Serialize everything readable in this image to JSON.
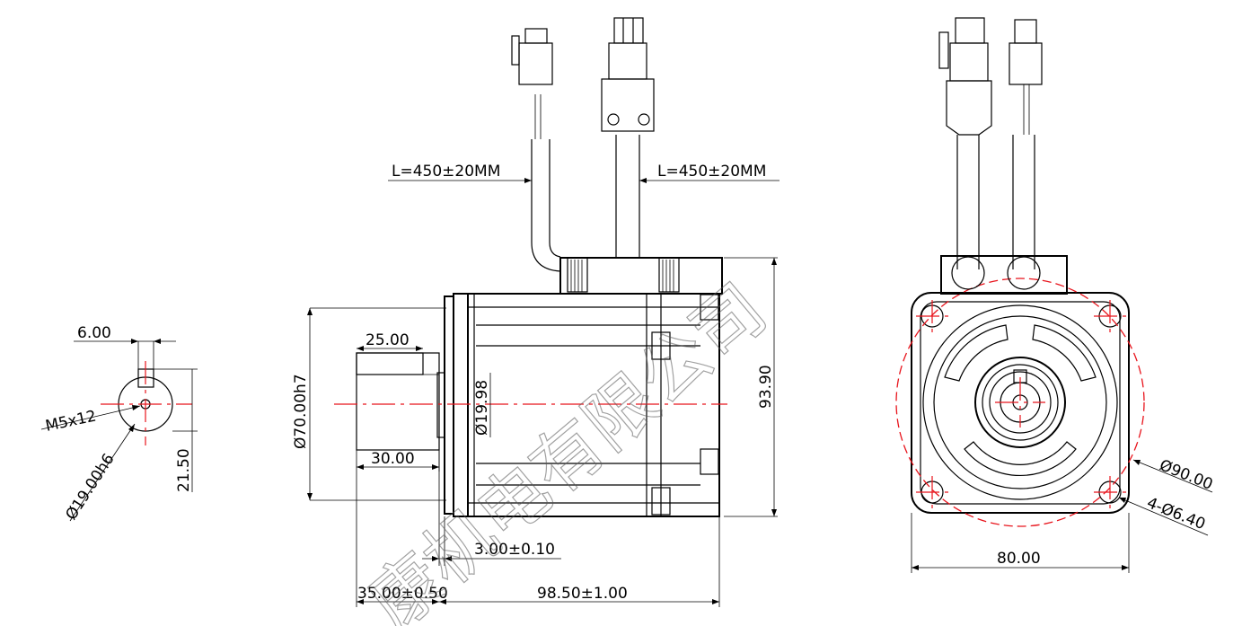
{
  "drawing": {
    "type": "servo motor outline dimension drawing",
    "colors": {
      "outline": "#000000",
      "centerline": "#e8141c",
      "watermark": "#555555"
    }
  },
  "shaft_end_view": {
    "key_width": "6.00",
    "thread": "M5x12",
    "shaft_diameter": "Ø19.00h6",
    "key_height": "21.50"
  },
  "side_view": {
    "cable_length_left": "L=450±20MM",
    "cable_length_right": "L=450±20MM",
    "key_length": "25.00",
    "shaft_diameter": "Ø19.98",
    "pilot_diameter": "Ø70.00h7",
    "shaft_section": "30.00",
    "height": "93.90",
    "flange_thickness": "3.00±0.10",
    "shaft_length": "35.00±0.50",
    "body_length": "98.50±1.00"
  },
  "front_view": {
    "bolt_circle": "Ø90.00",
    "mount_holes": "4-Ø6.40",
    "flange_width": "80.00"
  },
  "watermark": {
    "text": "康机电有限公司"
  }
}
